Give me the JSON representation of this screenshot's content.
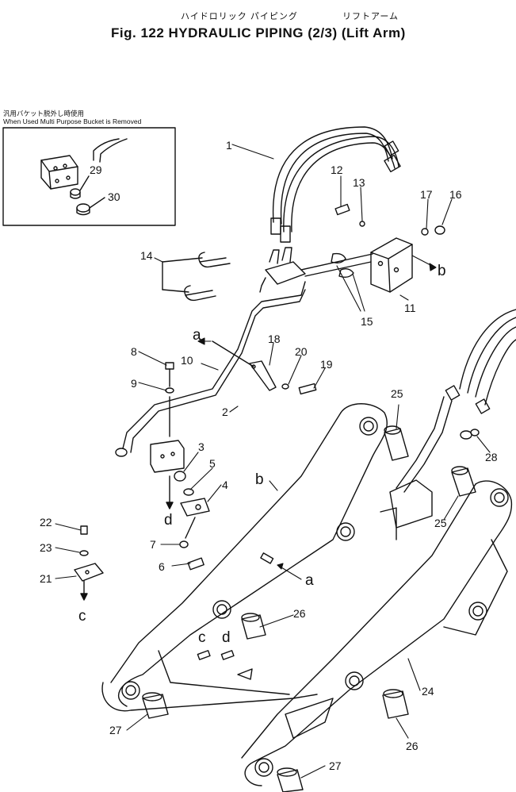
{
  "title": {
    "jp_left": "ハイドロリック パイピング",
    "jp_right": "リフトアーム",
    "text": "Fig. 122  HYDRAULIC PIPING (2/3) (Lift Arm)"
  },
  "inset": {
    "caption_jp": "汎用バケット脱外し時使用",
    "caption_en": "When Used Multi Purpose Bucket is Removed"
  },
  "labels": {
    "n1": "1",
    "n2": "2",
    "n3": "3",
    "n4": "4",
    "n5": "5",
    "n6": "6",
    "n7": "7",
    "n8": "8",
    "n9": "9",
    "n10": "10",
    "n11": "11",
    "n12": "12",
    "n13": "13",
    "n14": "14",
    "n15": "15",
    "n16": "16",
    "n17": "17",
    "n18": "18",
    "n19": "19",
    "n20": "20",
    "n21": "21",
    "n22": "22",
    "n23": "23",
    "n24": "24",
    "n25": "25",
    "n26": "26",
    "n27": "27",
    "n28": "28",
    "n29": "29",
    "n30": "30",
    "a": "a",
    "b": "b",
    "c": "c",
    "d": "d"
  }
}
